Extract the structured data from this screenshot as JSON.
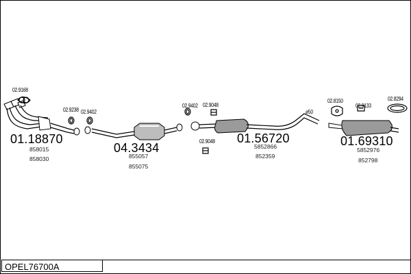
{
  "assembly_code": "OPEL76700A",
  "groups": [
    {
      "main": "01.18870",
      "subs": [
        "858015",
        "858030"
      ]
    },
    {
      "main": "04.3434",
      "subs": [
        "855057",
        "855075"
      ]
    },
    {
      "main": "01.56720",
      "subs": [
        "5852866",
        "852359"
      ]
    },
    {
      "main": "01.69310",
      "subs": [
        "5852976",
        "852798"
      ]
    }
  ],
  "part_labels": {
    "p1": "02.9168",
    "p2": "02.9238",
    "p3": "02.9402",
    "p4": "02.9402",
    "p5": "02.9048",
    "p6": "02.9048",
    "p7": "02.8150",
    "p8": "02.9133",
    "p9": "02.8294"
  },
  "diameter_note": "ø50",
  "colors": {
    "line": "#000000",
    "fill": "#ffffff",
    "shade": "#9a9a9a"
  }
}
